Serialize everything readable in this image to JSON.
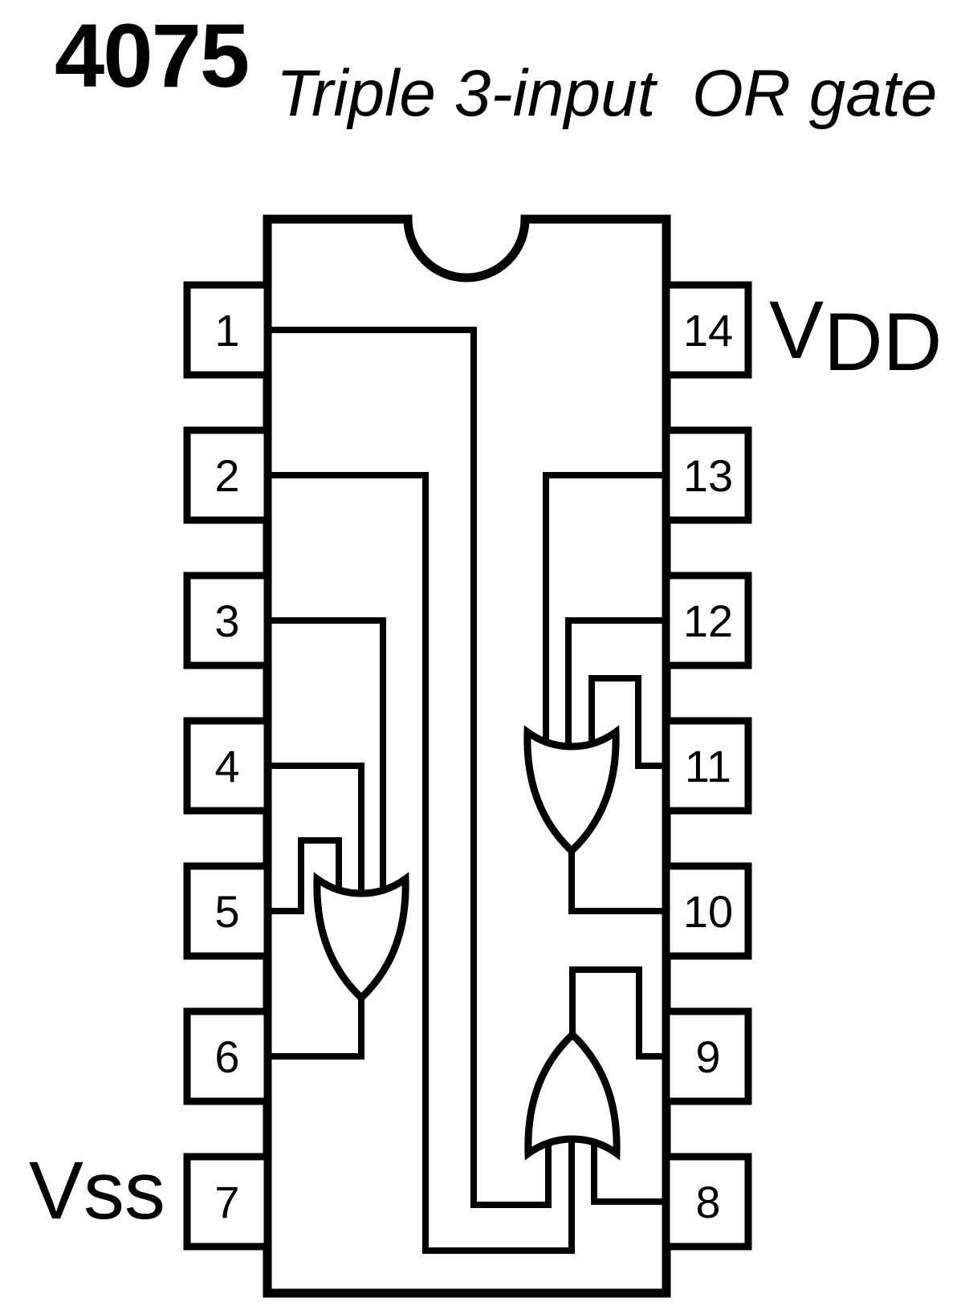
{
  "header": {
    "part_number": "4075",
    "subtitle": "Triple 3-input  OR gate"
  },
  "power": {
    "vdd_base": "V",
    "vdd_sub": "DD",
    "vss": "Vss"
  },
  "chip": {
    "package": "DIP-14",
    "left_pins": [
      "1",
      "2",
      "3",
      "4",
      "5",
      "6",
      "7"
    ],
    "right_pins": [
      "14",
      "13",
      "12",
      "11",
      "10",
      "9",
      "8"
    ]
  },
  "gates": [
    {
      "type": "OR",
      "inputs": [
        "3",
        "4",
        "5"
      ],
      "output": "6"
    },
    {
      "type": "OR",
      "inputs": [
        "13",
        "12",
        "11"
      ],
      "output": "10"
    },
    {
      "type": "OR",
      "inputs": [
        "1",
        "2",
        "8"
      ],
      "output": "9"
    }
  ],
  "colors": {
    "line": "#000000",
    "background": "#ffffff"
  }
}
